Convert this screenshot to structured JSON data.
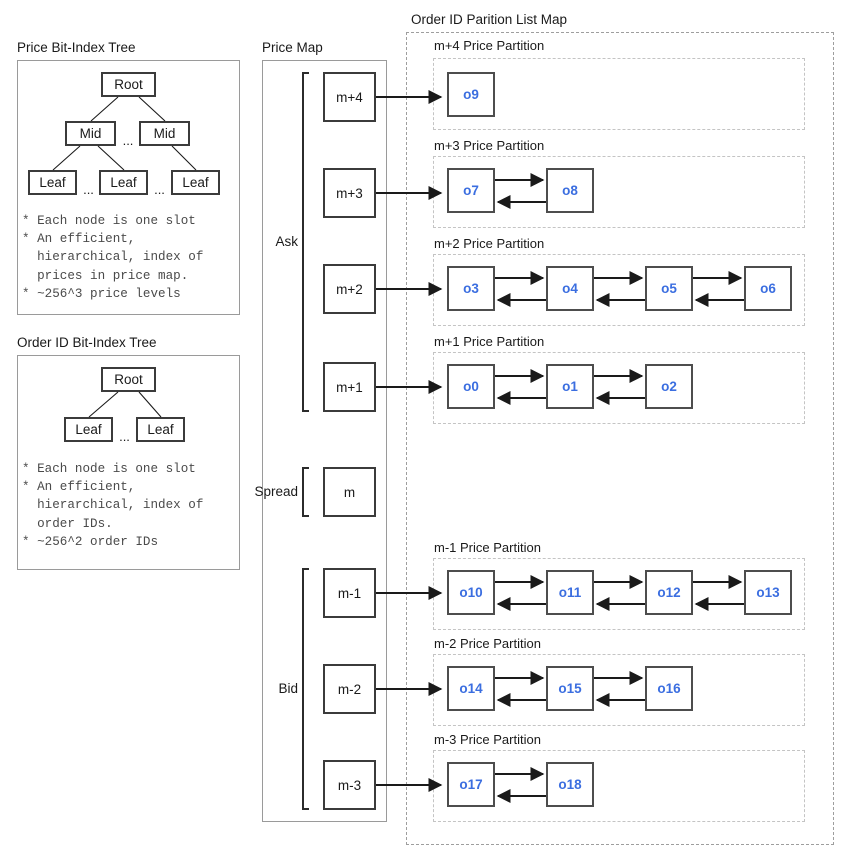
{
  "sections": {
    "price_tree_title": "Price Bit-Index Tree",
    "order_tree_title": "Order ID Bit-Index Tree",
    "price_map_title": "Price Map",
    "partition_map_title": "Order ID Parition List Map"
  },
  "price_tree": {
    "root": "Root",
    "mid_left": "Mid",
    "mid_right": "Mid",
    "ellipsis_mid": "...",
    "leaf_1": "Leaf",
    "leaf_2": "Leaf",
    "leaf_3": "Leaf",
    "ellipsis_leaf_1": "...",
    "ellipsis_leaf_2": "...",
    "notes": [
      "* Each node is one slot",
      "* An efficient,",
      "  hierarchical, index of",
      "  prices in price map.",
      "* ~256^3 price levels"
    ]
  },
  "order_tree": {
    "root": "Root",
    "leaf_1": "Leaf",
    "leaf_2": "Leaf",
    "ellipsis_leaf": "...",
    "notes": [
      "* Each node is one slot",
      "* An efficient,",
      "  hierarchical, index of",
      "  order IDs.",
      "* ~256^2 order IDs"
    ]
  },
  "price_map": {
    "groups": [
      {
        "label": "Ask"
      },
      {
        "label": "Spread"
      },
      {
        "label": "Bid"
      }
    ],
    "cells": [
      {
        "label": "m+4",
        "side": "ask"
      },
      {
        "label": "m+3",
        "side": "ask"
      },
      {
        "label": "m+2",
        "side": "ask"
      },
      {
        "label": "m+1",
        "side": "ask"
      },
      {
        "label": "m",
        "side": "spread"
      },
      {
        "label": "m-1",
        "side": "bid"
      },
      {
        "label": "m-2",
        "side": "bid"
      },
      {
        "label": "m-3",
        "side": "bid"
      }
    ]
  },
  "partitions": [
    {
      "title": "m+4 Price Partition",
      "orders": [
        "o9"
      ]
    },
    {
      "title": "m+3 Price Partition",
      "orders": [
        "o7",
        "o8"
      ]
    },
    {
      "title": "m+2 Price Partition",
      "orders": [
        "o3",
        "o4",
        "o5",
        "o6"
      ]
    },
    {
      "title": "m+1 Price Partition",
      "orders": [
        "o0",
        "o1",
        "o2"
      ]
    },
    {
      "title": "m-1 Price Partition",
      "orders": [
        "o10",
        "o11",
        "o12",
        "o13"
      ]
    },
    {
      "title": "m-2 Price Partition",
      "orders": [
        "o14",
        "o15",
        "o16"
      ]
    },
    {
      "title": "m-3 Price Partition",
      "orders": [
        "o17",
        "o18"
      ]
    }
  ],
  "colors": {
    "order_text": "#3b6ee0",
    "node_border": "#3b3b3b",
    "dashed_outer": "#9e9e9e",
    "dashed_partition": "#c4c4c4",
    "panel_border": "#9a9a9a",
    "note_text": "#4a4a4a"
  }
}
